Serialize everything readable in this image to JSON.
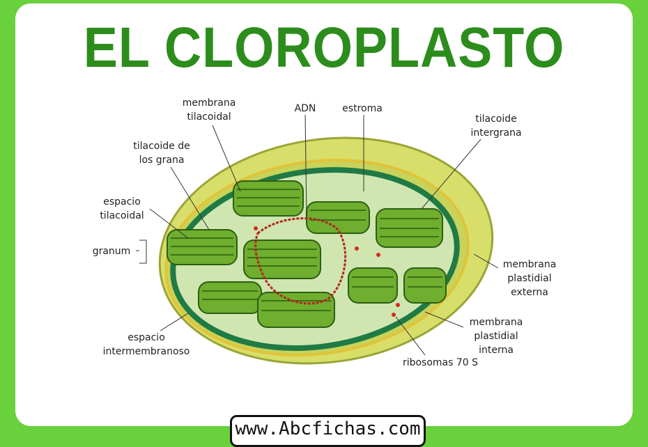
{
  "title": "EL CLOROPLASTO",
  "labels": {
    "membrana_tilacoidal": [
      "membrana",
      "tilacoidal"
    ],
    "adn": "ADN",
    "estroma": "estroma",
    "tilacoide_intergrana": [
      "tilacoide",
      "intergrana"
    ],
    "tilacoide_grana": [
      "tilacoide de",
      "los grana"
    ],
    "espacio_tilacoidal": [
      "espacio",
      "tilacoidal"
    ],
    "granum": "granum",
    "membrana_externa": [
      "membrana",
      "plastidial",
      "externa"
    ],
    "membrana_interna": [
      "membrana",
      "plastidial",
      "interna"
    ],
    "espacio_intermembranoso": [
      "espacio",
      "intermembranoso"
    ],
    "ribosomas": "ribosomas 70 S"
  },
  "footer": {
    "url": "www.Abcfichas.com"
  },
  "colors": {
    "background": "#69d13b",
    "title": "#2c8d1c"
  }
}
